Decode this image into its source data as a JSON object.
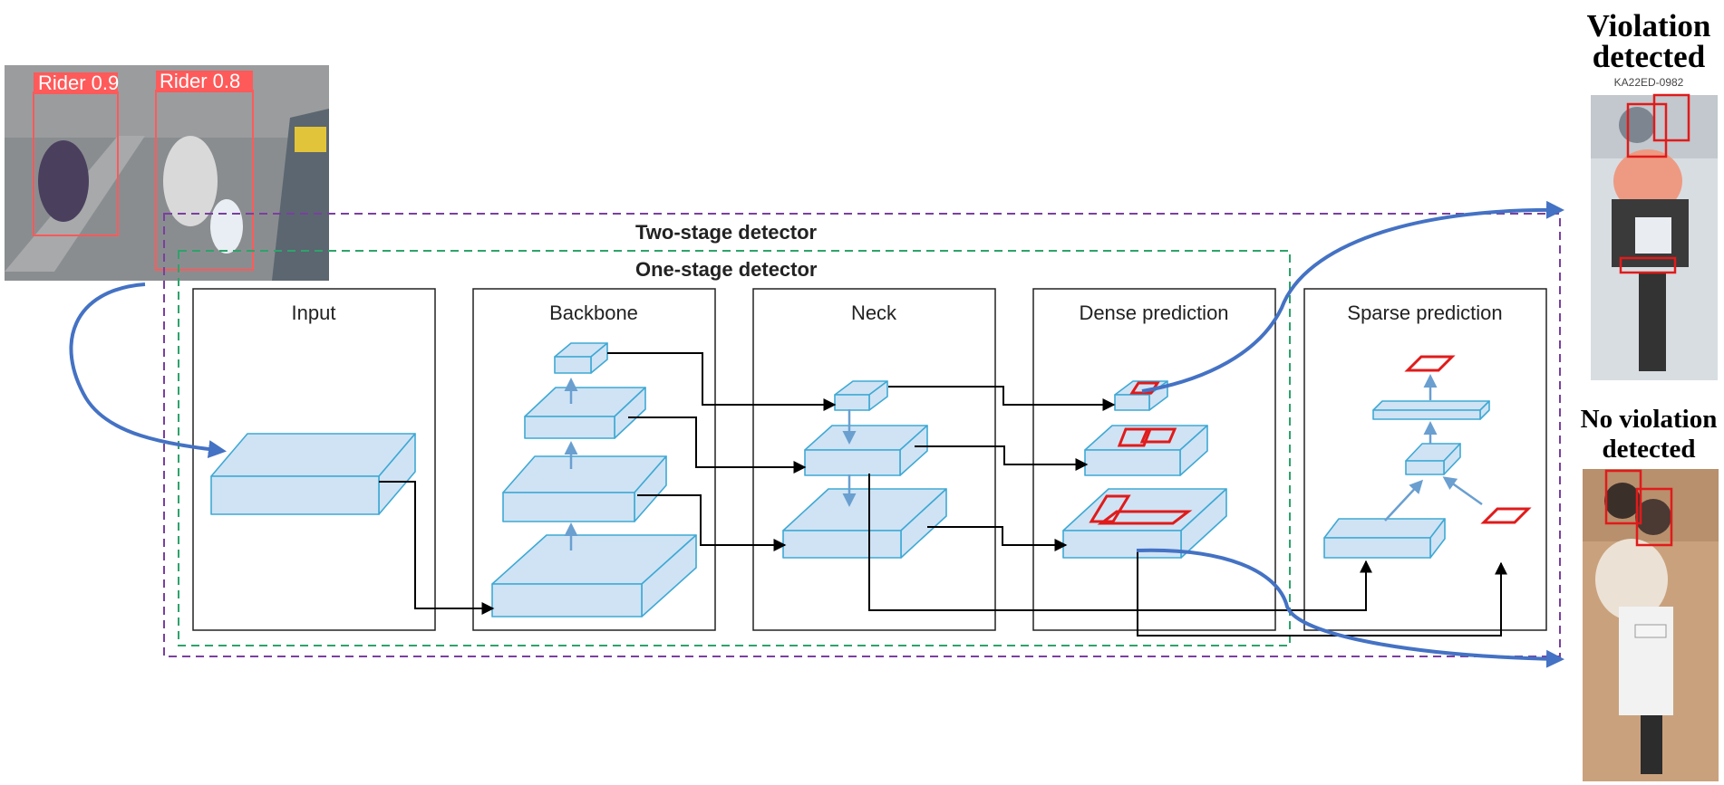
{
  "stages": {
    "input": "Input",
    "backbone": "Backbone",
    "neck": "Neck",
    "dense": "Dense prediction",
    "sparse": "Sparse prediction"
  },
  "groups": {
    "two_stage": "Two-stage detector",
    "one_stage": "One-stage detector"
  },
  "detections": {
    "rider1": "Rider 0.9",
    "rider2": "Rider 0.8"
  },
  "outputs": {
    "violation_line1": "Violation",
    "violation_line2": "detected",
    "plate_number": "KA22ED-0982",
    "no_violation_line1": "No violation",
    "no_violation_line2": "detected"
  },
  "colors": {
    "box_fill": "#cfe3f4",
    "box_stroke": "#3fa9d4",
    "curve_blue": "#4472c4",
    "two_stage_border": "#7b3fa0",
    "one_stage_border": "#2ea36b",
    "prediction_red": "#e01b1b"
  }
}
